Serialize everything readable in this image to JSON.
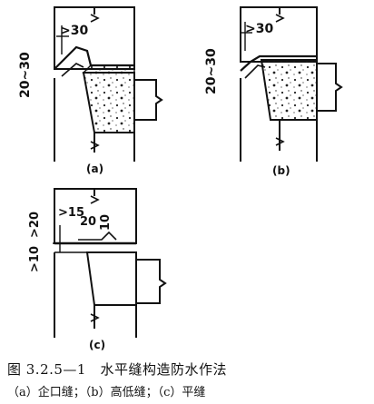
{
  "figure": {
    "title": "图 3.2.5—1　水平缝构造防水作法",
    "subtitle": "（a）企口缝；（b）高低缝；（c）平缝"
  },
  "panels": [
    {
      "id": "a",
      "label": "(a)",
      "dims": [
        ">30",
        "20~30"
      ]
    },
    {
      "id": "b",
      "label": "(b)",
      "dims": [
        ">30",
        "20~30"
      ]
    },
    {
      "id": "c",
      "label": "(c)",
      "dims": [
        ">15",
        "20",
        "10",
        ">20",
        ">10"
      ]
    }
  ],
  "colors": {
    "ink": "#111111",
    "paper": "#ffffff"
  }
}
